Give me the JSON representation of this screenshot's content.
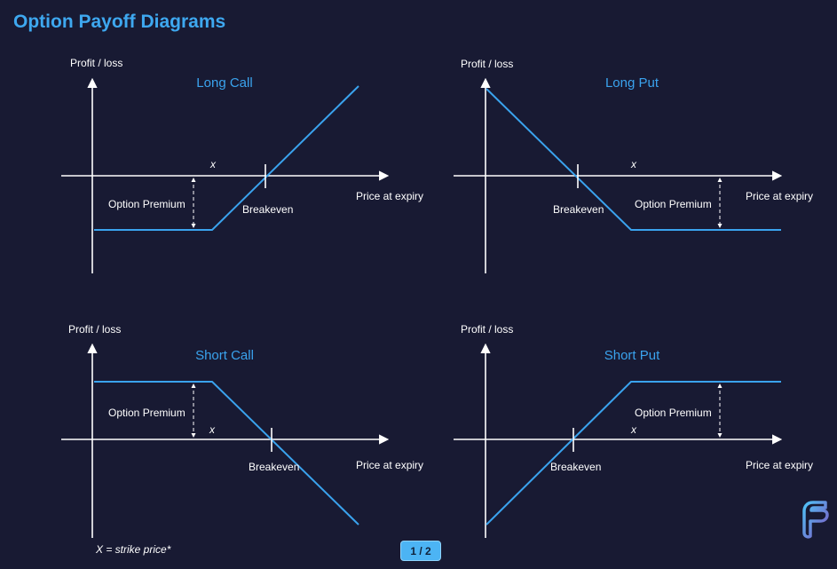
{
  "page": {
    "title": "Option Payoff Diagrams",
    "footnote": "X = strike price*",
    "page_indicator": "1 / 2",
    "logo_icon": "brand-logo-icon"
  },
  "colors": {
    "background": "#181a33",
    "accent": "#3aa3ee",
    "axis": "#ffffff"
  },
  "chart_data": [
    {
      "type": "line",
      "title": "Long Call",
      "ylabel": "Profit / loss",
      "xlabel": "Price at expiry",
      "strike_label": "x",
      "premium_label": "Option Premium",
      "breakeven_label": "Breakeven"
    },
    {
      "type": "line",
      "title": "Long Put",
      "ylabel": "Profit / loss",
      "xlabel": "Price at expiry",
      "strike_label": "x",
      "premium_label": "Option Premium",
      "breakeven_label": "Breakeven"
    },
    {
      "type": "line",
      "title": "Short Call",
      "ylabel": "Profit / loss",
      "xlabel": "Price at expiry",
      "strike_label": "x",
      "premium_label": "Option Premium",
      "breakeven_label": "Breakeven"
    },
    {
      "type": "line",
      "title": "Short Put",
      "ylabel": "Profit / loss",
      "xlabel": "Price at expiry",
      "strike_label": "x",
      "premium_label": "Option Premium",
      "breakeven_label": "Breakeven"
    }
  ]
}
